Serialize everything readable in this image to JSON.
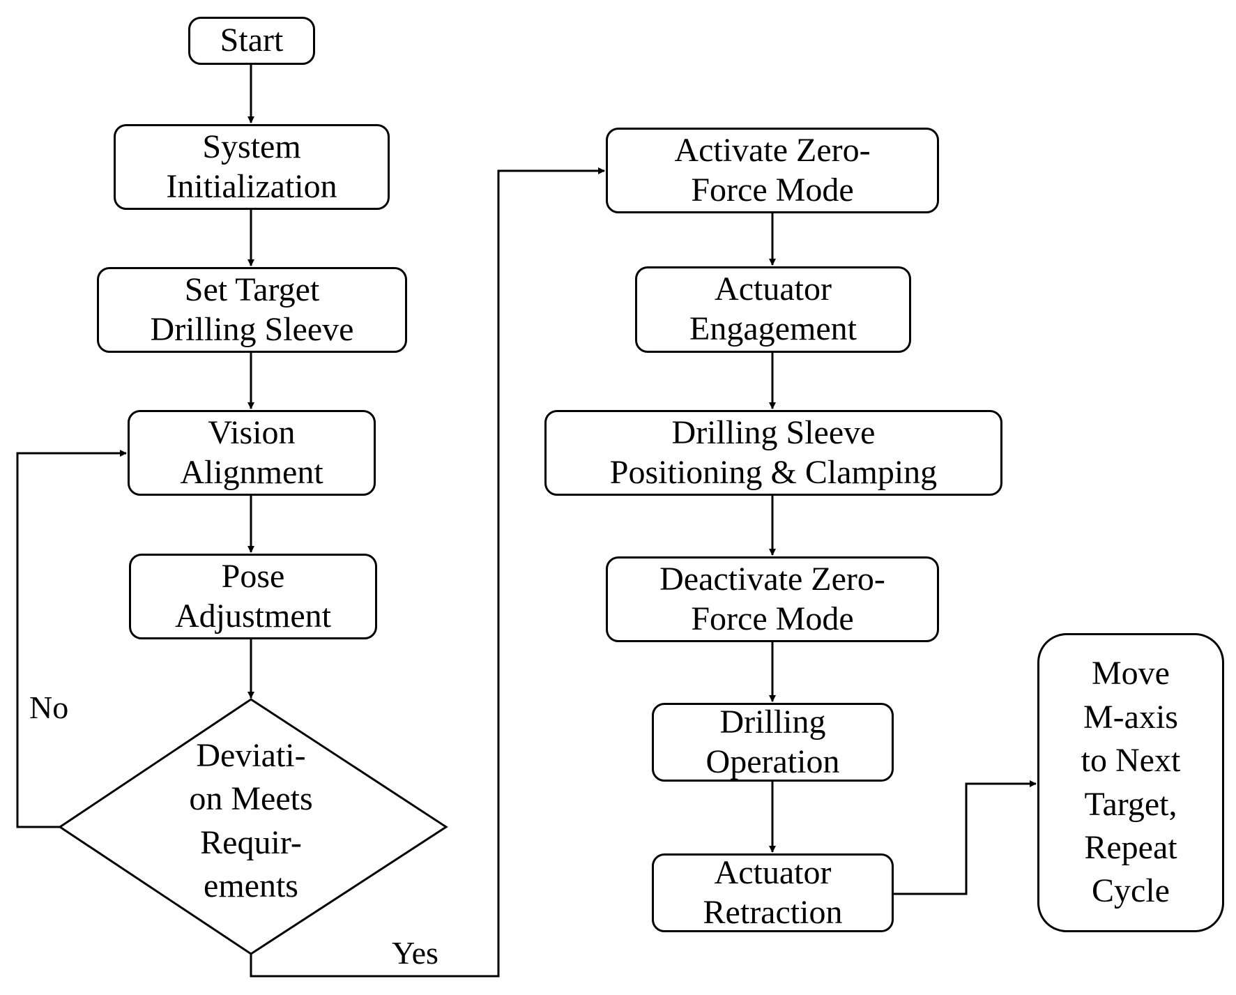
{
  "colors": {
    "stroke": "#000000",
    "background": "#ffffff"
  },
  "nodes": {
    "start": {
      "lines": [
        "Start"
      ]
    },
    "init": {
      "lines": [
        "System",
        "Initialization"
      ]
    },
    "set_target": {
      "lines": [
        "Set Target",
        "Drilling Sleeve"
      ]
    },
    "vision": {
      "lines": [
        "Vision",
        "Alignment"
      ]
    },
    "pose": {
      "lines": [
        "Pose",
        "Adjustment"
      ]
    },
    "decision": {
      "lines": [
        "Deviati-",
        "on Meets",
        "Requir-",
        "ements"
      ]
    },
    "zero_on": {
      "lines": [
        "Activate Zero-",
        "Force Mode"
      ]
    },
    "engage": {
      "lines": [
        "Actuator",
        "Engagement"
      ]
    },
    "clamp": {
      "lines": [
        "Drilling Sleeve",
        "Positioning & Clamping"
      ]
    },
    "zero_off": {
      "lines": [
        "Deactivate Zero-",
        "Force Mode"
      ]
    },
    "drill": {
      "lines": [
        "Drilling",
        "Operation"
      ]
    },
    "retract": {
      "lines": [
        "Actuator",
        "Retraction"
      ]
    },
    "next": {
      "lines": [
        "Move",
        "M-axis",
        "to Next",
        "Target,",
        "Repeat",
        "Cycle"
      ]
    }
  },
  "labels": {
    "no": "No",
    "yes": "Yes"
  }
}
